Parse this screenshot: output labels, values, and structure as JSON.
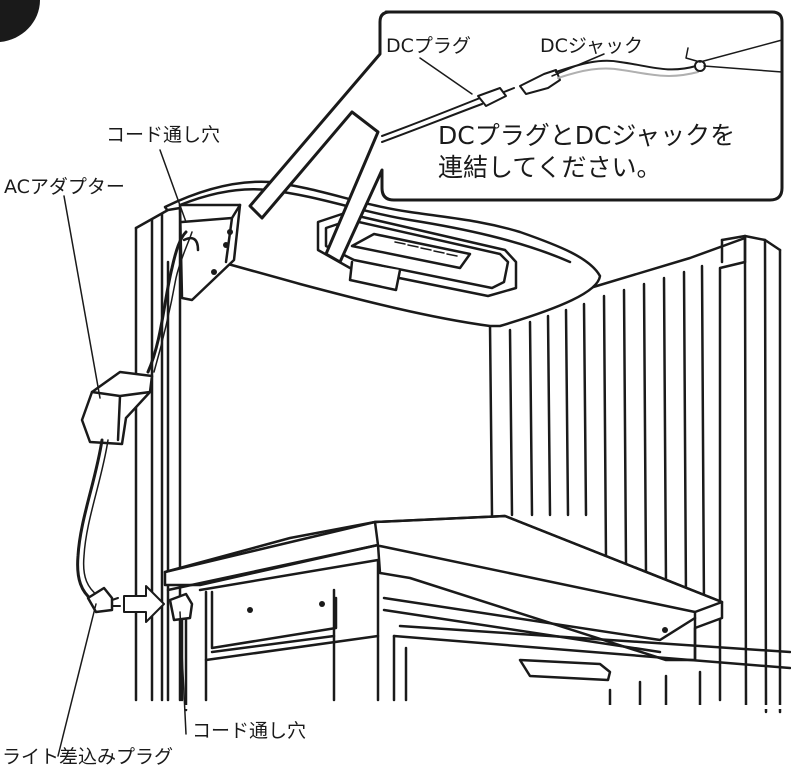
{
  "labels": {
    "ac_adapter": "ACアダプター",
    "cord_hole_top": "コード通し穴",
    "cord_hole_bottom": "コード通し穴",
    "light_plug": "ライト差込みプラグ",
    "dc_plug": "DCプラグ",
    "dc_jack": "DCジャック"
  },
  "callout": {
    "line1": "DCプラグとDCジャックを",
    "line2": "連結してください。"
  },
  "colors": {
    "line": "#1a1a1a",
    "fill": "#ffffff",
    "cord_gray": "#b0b0b0",
    "step_badge": "#1a1a1a"
  }
}
